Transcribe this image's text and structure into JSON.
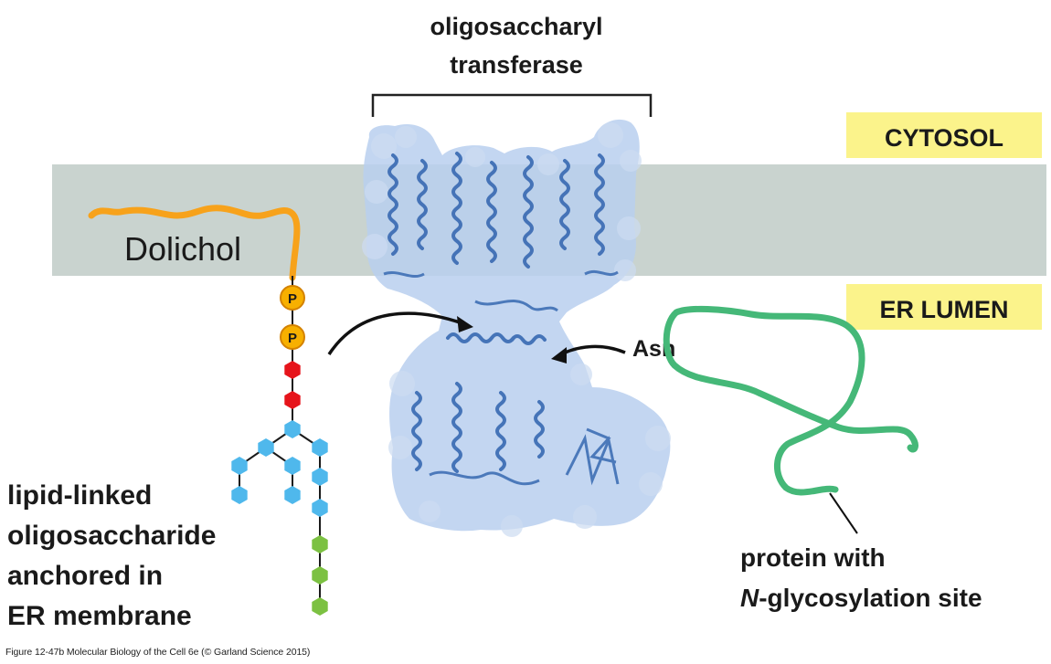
{
  "labels": {
    "enzyme_line1": "oligosaccharyl",
    "enzyme_line2": "transferase",
    "cytosol": "CYTOSOL",
    "er_lumen": "ER LUMEN",
    "dolichol": "Dolichol",
    "phosphate": "P",
    "asn": "Asn",
    "lipid_line1": "lipid-linked",
    "lipid_line2": "oligosaccharide",
    "lipid_line3": "anchored in",
    "lipid_line4": "ER membrane",
    "protein_line1": "protein with",
    "protein_line2_italic": "N",
    "protein_line2_rest": "-glycosylation site"
  },
  "caption": "Figure 12-47b  Molecular Biology of the Cell 6e (© Garland Science 2015)",
  "colors": {
    "membrane": "#c9d3cf",
    "label_box": "#fbf38b",
    "dolichol": "#f7a21b",
    "phosphate": "#f7b000",
    "red_sugar": "#e6141b",
    "blue_sugar": "#4fb8ec",
    "green_sugar": "#7cc142",
    "protein_chain": "#45b878",
    "enzyme_surface": "#b8cfee",
    "enzyme_helix": "#3f6fb5"
  }
}
